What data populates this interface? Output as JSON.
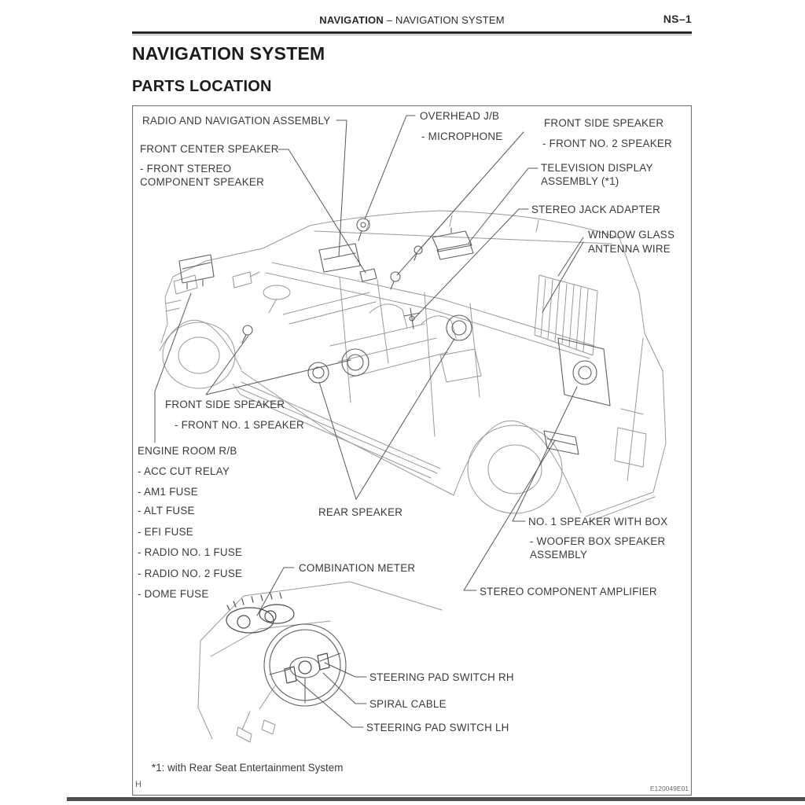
{
  "page": {
    "header": {
      "section": "NAVIGATION",
      "separator": "–",
      "subsection": "NAVIGATION SYSTEM",
      "page_number": "NS–1"
    },
    "title": "NAVIGATION SYSTEM",
    "subtitle": "PARTS LOCATION",
    "footnote": "*1: with Rear Seat Entertainment System",
    "footer": {
      "page_letter": "H",
      "figure_code": "E120049E01"
    }
  },
  "colors": {
    "page_bg": "#ffffff",
    "ink": "#3a3a3a",
    "line_art": "#97999c",
    "component_line": "#5c5f63",
    "rule": "#262626",
    "bottom_bar": "#4e4e4e"
  },
  "diagram": {
    "labels": {
      "radio_nav": {
        "line1": "RADIO AND NAVIGATION ASSEMBLY"
      },
      "front_center_speaker": {
        "line1": "FRONT CENTER SPEAKER",
        "line2": "- FRONT STEREO",
        "line3": "COMPONENT SPEAKER"
      },
      "overhead_jb": {
        "line1": "OVERHEAD J/B",
        "line2": "- MICROPHONE"
      },
      "front_side_speaker_2": {
        "line1": "FRONT SIDE SPEAKER",
        "line2": "- FRONT NO. 2 SPEAKER"
      },
      "television": {
        "line1": "TELEVISION DISPLAY",
        "line2": "ASSEMBLY (*1)"
      },
      "stereo_jack": {
        "line1": "STEREO JACK ADAPTER"
      },
      "window_glass": {
        "line1": "WINDOW GLASS",
        "line2": "ANTENNA WIRE"
      },
      "front_side_speaker_1": {
        "line1": "FRONT SIDE SPEAKER",
        "line2": "- FRONT NO. 1 SPEAKER"
      },
      "engine_room": {
        "title": "ENGINE ROOM R/B",
        "item1": "- ACC CUT RELAY",
        "item2": "- AM1 FUSE",
        "item3": "- ALT FUSE",
        "item4": "- EFI FUSE",
        "item5": "- RADIO NO. 1 FUSE",
        "item6": "- RADIO NO. 2 FUSE",
        "item7": "- DOME FUSE"
      },
      "rear_speaker": {
        "line1": "REAR SPEAKER"
      },
      "no1_speaker": {
        "line1": "NO. 1 SPEAKER WITH BOX",
        "line2": "- WOOFER BOX SPEAKER",
        "line3": "ASSEMBLY"
      },
      "stereo_amp": {
        "line1": "STEREO COMPONENT AMPLIFIER"
      },
      "combination_meter": {
        "line1": "COMBINATION METER"
      },
      "steering_rh": {
        "line1": "STEERING PAD SWITCH RH"
      },
      "spiral_cable": {
        "line1": "SPIRAL CABLE"
      },
      "steering_lh": {
        "line1": "STEERING PAD SWITCH LH"
      }
    }
  }
}
